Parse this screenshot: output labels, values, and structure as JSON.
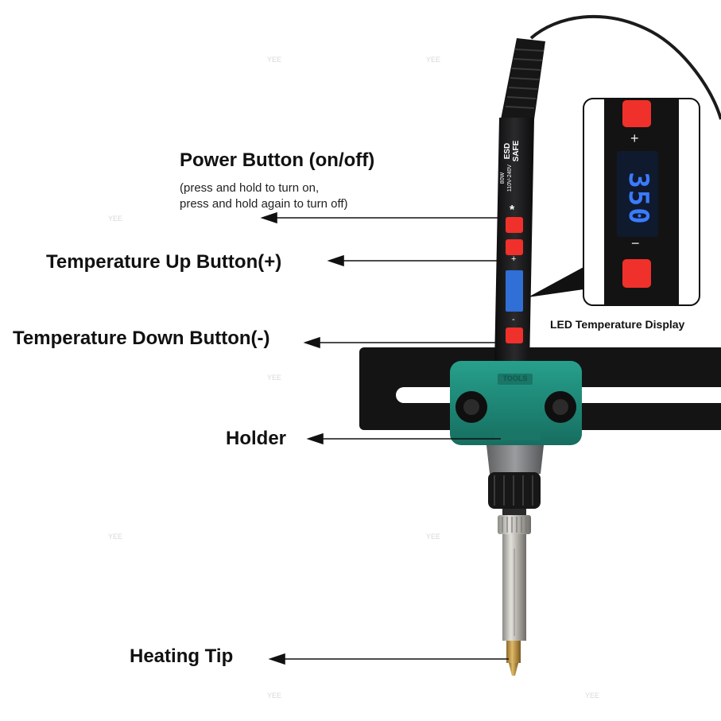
{
  "labels": {
    "power_title": "Power Button (on/off)",
    "power_desc_1": "(press and hold to turn on,",
    "power_desc_2": "press and hold again to turn off)",
    "temp_up": "Temperature Up Button(+)",
    "temp_down": "Temperature Down Button(-)",
    "holder": "Holder",
    "heating_tip": "Heating Tip",
    "led_display": "LED Temperature Display"
  },
  "iron_text": {
    "esd_1": "ESD",
    "esd_2": "SAFE",
    "power": "80W",
    "voltage": "110V-240V",
    "star": "*",
    "plus": "+",
    "minus": "-"
  },
  "inset": {
    "plus": "+",
    "minus": "−",
    "digits": "350"
  },
  "holder_text": "TOOLS",
  "watermark": "YEE",
  "colors": {
    "body": "#1d1d1f",
    "button": "#f0302a",
    "display": "#2f6fd6",
    "holder": "#1e8a78",
    "rail": "#141414"
  }
}
